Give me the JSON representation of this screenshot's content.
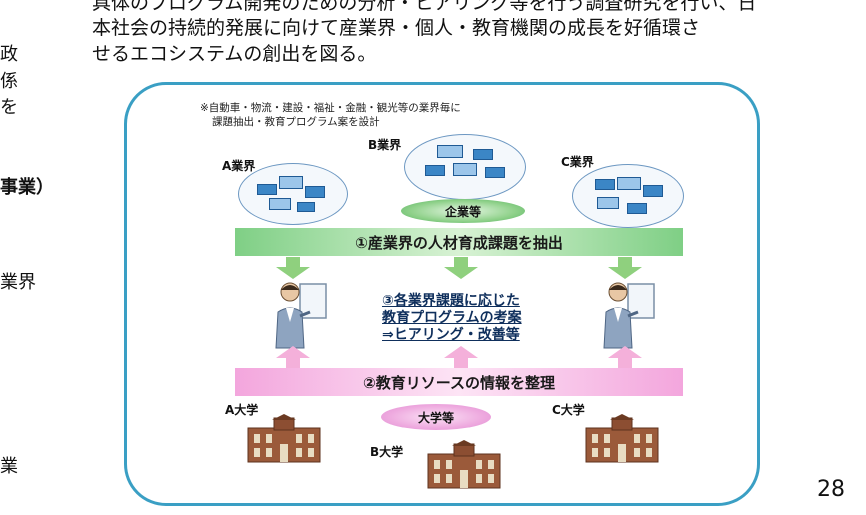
{
  "body_text": {
    "line1": "具体のプログラム開発のための分析・ヒアリング等を行う調査研究を行い、日",
    "line2": "本社会の持続的発展に向けて産業界・個人・教育機関の成長を好循環さ",
    "line3": "せるエコシステムの創出を図る。"
  },
  "left_fragments": [
    "政",
    "係",
    "を",
    "事業）",
    "業界",
    "業"
  ],
  "diagram": {
    "note_line1": "※自動車・物流・建設・福祉・金融・観光等の業界毎に",
    "note_line2": "課題抽出・教育プログラム案を設計",
    "industry_a": "A業界",
    "industry_b": "B業界",
    "industry_c": "C業界",
    "companies_label": "企業等",
    "band_top": "①産業界の人材育成課題を抽出",
    "center_line1": "③各業界課題に応じた",
    "center_line2": "教育プログラムの考案",
    "center_line3": "⇒ヒアリング・改善等",
    "band_bottom": "②教育リソースの情報を整理",
    "university_a": "A大学",
    "university_b": "B大学",
    "university_c": "C大学",
    "universities_label": "大学等"
  },
  "page_number": "28",
  "colors": {
    "frame_border": "#3a9fc4",
    "band_top_fill": "#b7e4b3",
    "band_bottom_fill": "#f8c8ea",
    "pill_green": "#4fae5c",
    "pill_pink": "#e59ad9",
    "arrow_green": "#8fd07e",
    "arrow_pink": "#f4b0da"
  },
  "icons": [
    "building-cluster-icon",
    "person-with-board-icon",
    "university-building-icon",
    "down-arrow-icon",
    "up-arrow-icon"
  ]
}
